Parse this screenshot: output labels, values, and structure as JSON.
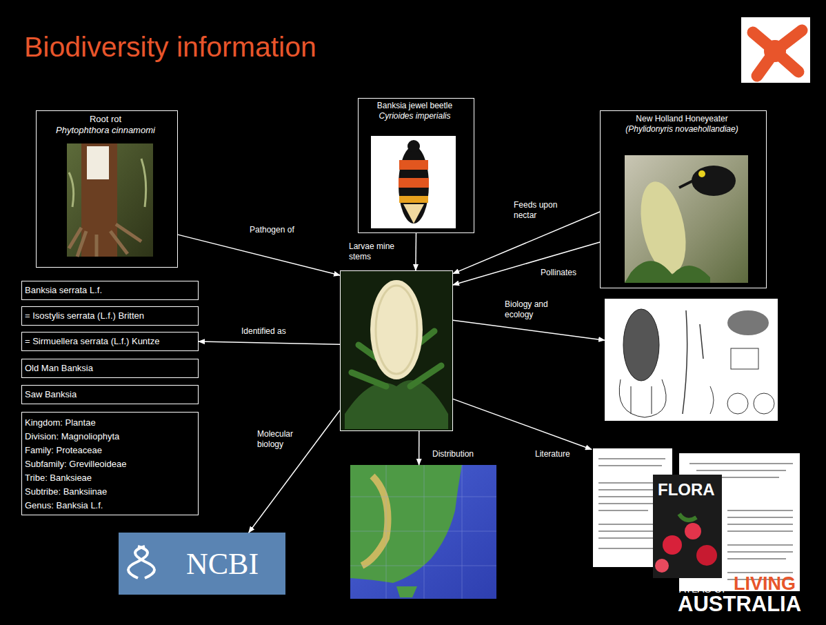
{
  "diagram": {
    "title": "Biodiversity information",
    "nodes": [
      {
        "text": [
          "Root rot",
          "Phytophthora cinnamomi"
        ]
      },
      {
        "text": [
          "Banksia jewel beetle",
          "Cyrioides imperialis"
        ]
      },
      {
        "text": [
          "New Holland Honeyeater",
          "(Phylidonyris novaehollandiae)"
        ]
      },
      {
        "text": []
      },
      {
        "text": [
          "Banksia serrata L.f."
        ]
      },
      {
        "text": [
          "= Isostylis serrata (L.f.) Britten"
        ]
      },
      {
        "text": [
          "= Sirmuellera serrata (L.f.) Kuntze"
        ]
      },
      {
        "text": [
          "Old Man Banksia"
        ]
      },
      {
        "text": [
          "Saw Banksia"
        ]
      },
      {
        "text": [
          "Kingdom: Plantae",
          "Division: Magnoliophyta",
          "Family: Proteaceae",
          "Subfamily: Grevilleoideae",
          "Tribe: Banksieae",
          "Subtribe: Banksiinae",
          "Genus: Banksia L.f."
        ]
      },
      {
        "text": []
      },
      {
        "text": [
          "NCBI"
        ]
      },
      {
        "text": []
      },
      {
        "text": [
          "FLORA"
        ]
      }
    ],
    "edges": [
      {
        "from": 0,
        "to": 3,
        "label": "Pathogen of",
        "arrow": "to"
      },
      {
        "from": 1,
        "to": 3,
        "label": "Larvae mine stems",
        "arrow": "to"
      },
      {
        "from": 2,
        "to": 3,
        "label": "Feeds upon nectar",
        "arrow": "to"
      },
      {
        "from": 2,
        "to": 3,
        "label": "Pollinates",
        "arrow": "to"
      },
      {
        "from": 3,
        "to": 6,
        "label": "Identified as",
        "arrow": "to"
      },
      {
        "from": 3,
        "to": 10,
        "label": "Biology and ecology",
        "arrow": "to"
      },
      {
        "from": 3,
        "to": 11,
        "label": "Molecular biology",
        "arrow": "to"
      },
      {
        "from": 3,
        "to": 12,
        "label": "Distribution",
        "arrow": "to"
      },
      {
        "from": 3,
        "to": 13,
        "label": "Literature",
        "arrow": "to"
      }
    ],
    "labels": [
      "ATLAS OF",
      "LIVING",
      "AUSTRALIA"
    ]
  }
}
